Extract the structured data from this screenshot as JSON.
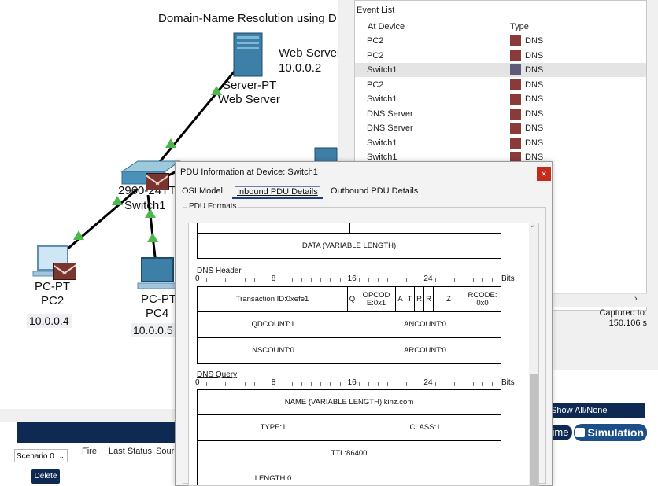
{
  "topology": {
    "title": "Domain-Name Resolution using DN",
    "web_server": {
      "ip_label": "Web Server",
      "ip": "10.0.0.2",
      "type": "Server-PT",
      "name": "Web Server"
    },
    "switch": {
      "model": "2960-24TT",
      "name": "Switch1"
    },
    "pc2": {
      "type": "PC-PT",
      "name": "PC2",
      "ip": "10.0.0.4"
    },
    "pc4": {
      "type": "PC-PT",
      "name": "PC4",
      "ip": "10.0.0.5"
    }
  },
  "event_list": {
    "title": "Event List",
    "col_device": "At Device",
    "col_type": "Type",
    "rows": [
      {
        "device": "PC2",
        "type": "DNS",
        "color": "#8b3a3a"
      },
      {
        "device": "PC2",
        "type": "DNS",
        "color": "#8b3a3a"
      },
      {
        "device": "Switch1",
        "type": "DNS",
        "color": "#5d5a7a"
      },
      {
        "device": "PC2",
        "type": "DNS",
        "color": "#8b3a3a"
      },
      {
        "device": "Switch1",
        "type": "DNS",
        "color": "#8b3a3a"
      },
      {
        "device": "DNS Server",
        "type": "DNS",
        "color": "#8b3a3a"
      },
      {
        "device": "DNS Server",
        "type": "DNS",
        "color": "#8b3a3a"
      },
      {
        "device": "Switch1",
        "type": "DNS",
        "color": "#8b3a3a"
      },
      {
        "device": "Switch1",
        "type": "DNS",
        "color": "#8b3a3a"
      }
    ],
    "captured_label": "Captured to:",
    "captured_value": "150.106 s"
  },
  "controls": {
    "show_all": "Show All/None",
    "realtime": "ime",
    "simulation": "Simulation",
    "scenario": "Scenario 0",
    "delete": "Delete",
    "col_fire": "Fire",
    "col_last_status": "Last Status",
    "col_source": "Sour"
  },
  "dialog": {
    "title": "PDU Information at Device: Switch1",
    "close": "×",
    "tabs": [
      "OSI Model",
      "Inbound PDU Details",
      "Outbound PDU Details"
    ],
    "group_label": "PDU Formats",
    "data_field": "DATA (VARIABLE LENGTH)",
    "dns_header": {
      "label": "DNS Header",
      "ruler": [
        "0",
        "8",
        "16",
        "24",
        "Bits"
      ],
      "transaction_id": "Transaction ID:0xefe1",
      "qr": "Q",
      "opcode": "OPCOD E:0x1",
      "flags": [
        "A",
        "T",
        "R",
        "R"
      ],
      "z": "Z",
      "rcode": "RCODE: 0x0",
      "qdcount": "QDCOUNT:1",
      "ancount": "ANCOUNT:0",
      "nscount": "NSCOUNT:0",
      "arcount": "ARCOUNT:0"
    },
    "dns_query": {
      "label": "DNS Query",
      "ruler": [
        "0",
        "8",
        "16",
        "24",
        "Bits"
      ],
      "name": "NAME (VARIABLE LENGTH):kinz.com",
      "type": "TYPE:1",
      "class": "CLASS:1",
      "ttl": "TTL:86400",
      "length": "LENGTH:0"
    }
  }
}
